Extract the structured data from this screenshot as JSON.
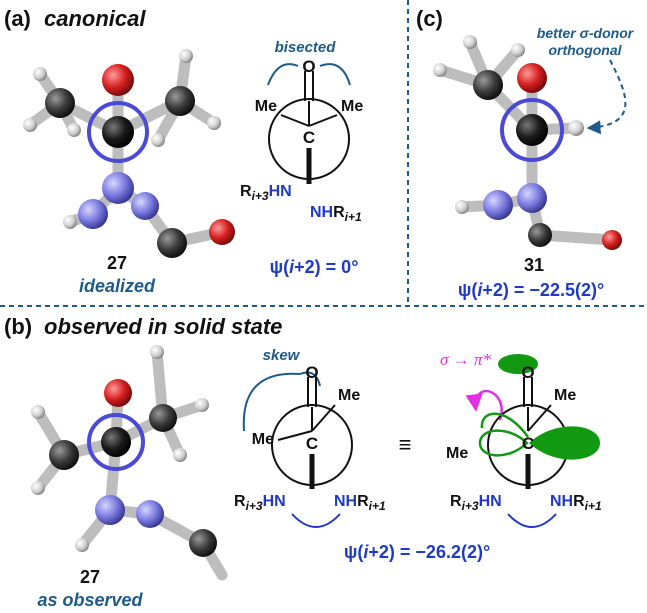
{
  "panels": {
    "a": {
      "letter": "(a)",
      "title": "canonical"
    },
    "b": {
      "letter": "(b)",
      "title": "observed in solid state"
    },
    "c": {
      "letter": "(c)"
    }
  },
  "a": {
    "compound_number": "27",
    "compound_caption": "idealized",
    "arc_label": "bisected",
    "atom_O": "O",
    "atom_C": "C",
    "me_left": "Me",
    "me_right": "Me",
    "r_prefix": "R",
    "r_sub": "i+3",
    "hn": "HN",
    "nh": "NH",
    "r2": "R",
    "r2_sub": "i+1",
    "psi": "ψ(",
    "psi_var": "i",
    "psi_rest": "+2) = 0°"
  },
  "b": {
    "compound_number": "27",
    "compound_caption": "as observed",
    "arc_label": "skew",
    "atom_O": "O",
    "atom_C": "C",
    "me_left": "Me",
    "me_right": "Me",
    "r_prefix": "R",
    "r_sub": "i+3",
    "hn": "HN",
    "nh": "NH",
    "r2": "R",
    "r2_sub": "i+1",
    "equiv": "≡",
    "sigma_label": "σ → π*",
    "psi": "ψ(",
    "psi_var": "i",
    "psi_rest": "+2) = −26.2(2)°"
  },
  "c": {
    "compound_number": "31",
    "note_line1": "better σ-donor",
    "note_line2": "orthogonal",
    "psi": "ψ(",
    "psi_var": "i",
    "psi_rest": "+2) = −22.5(2)°"
  },
  "colors": {
    "divider": "#1e5a8a",
    "blue_text": "#1f39c9",
    "teal_text": "#1e5a8a",
    "magenta": "#e62ee6",
    "green": "#119911",
    "oxygen": "#d41f1f",
    "nitrogen": "#7a7ae0",
    "carbon": "#333333",
    "ring": "#4a4ad6"
  }
}
